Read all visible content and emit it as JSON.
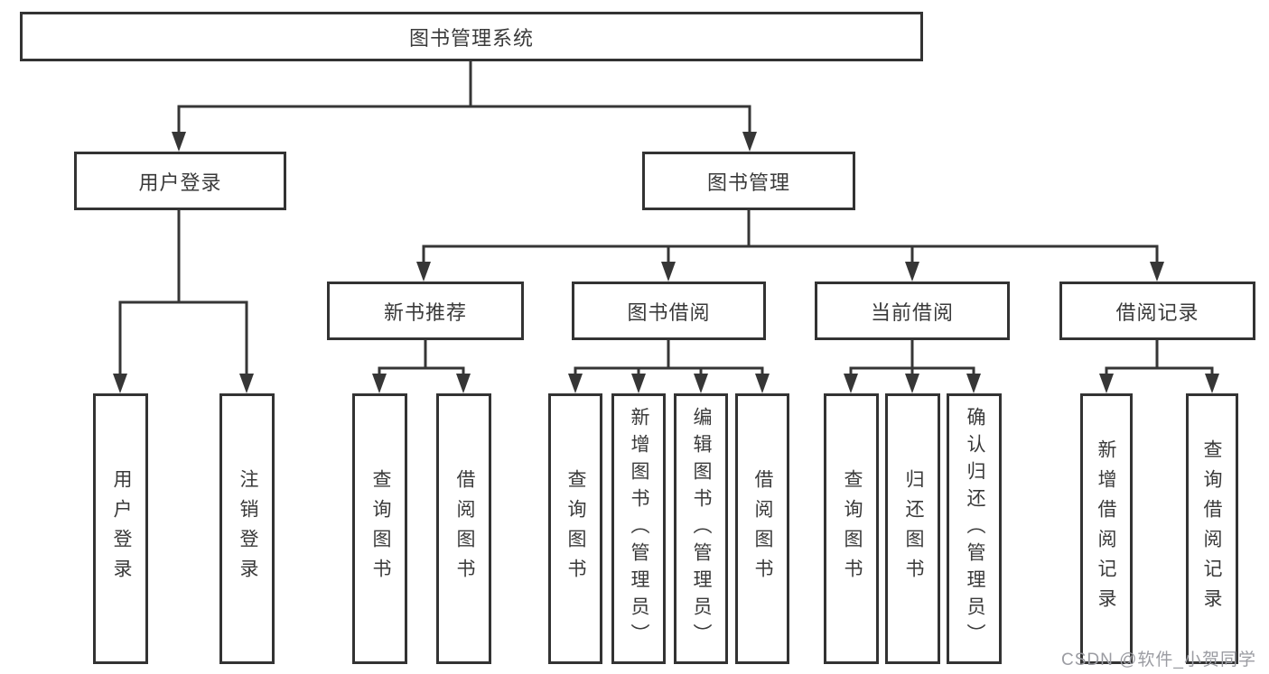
{
  "tree": {
    "root": {
      "label": "图书管理系统"
    },
    "user_login": {
      "label": "用户登录",
      "children": [
        {
          "label": "用户登录"
        },
        {
          "label": "注销登录"
        }
      ]
    },
    "book_management": {
      "label": "图书管理",
      "sections": [
        {
          "label": "新书推荐",
          "children": [
            {
              "label": "查询图书"
            },
            {
              "label": "借阅图书"
            }
          ]
        },
        {
          "label": "图书借阅",
          "children": [
            {
              "label": "查询图书"
            },
            {
              "label": "新增图书（管理员）"
            },
            {
              "label": "编辑图书（管理员）"
            },
            {
              "label": "借阅图书"
            }
          ]
        },
        {
          "label": "当前借阅",
          "children": [
            {
              "label": "查询图书"
            },
            {
              "label": "归还图书"
            },
            {
              "label": "确认归还（管理员）"
            }
          ]
        },
        {
          "label": "借阅记录",
          "children": [
            {
              "label": "新增借阅记录"
            },
            {
              "label": "查询借阅记录"
            }
          ]
        }
      ]
    }
  },
  "watermark": {
    "text": "CSDN @软件_小贺同学"
  },
  "colors": {
    "line": "#363636",
    "box_border": "#333333",
    "text": "#3a3a3a",
    "watermark": "#9b9ca2",
    "background": "#ffffff"
  }
}
